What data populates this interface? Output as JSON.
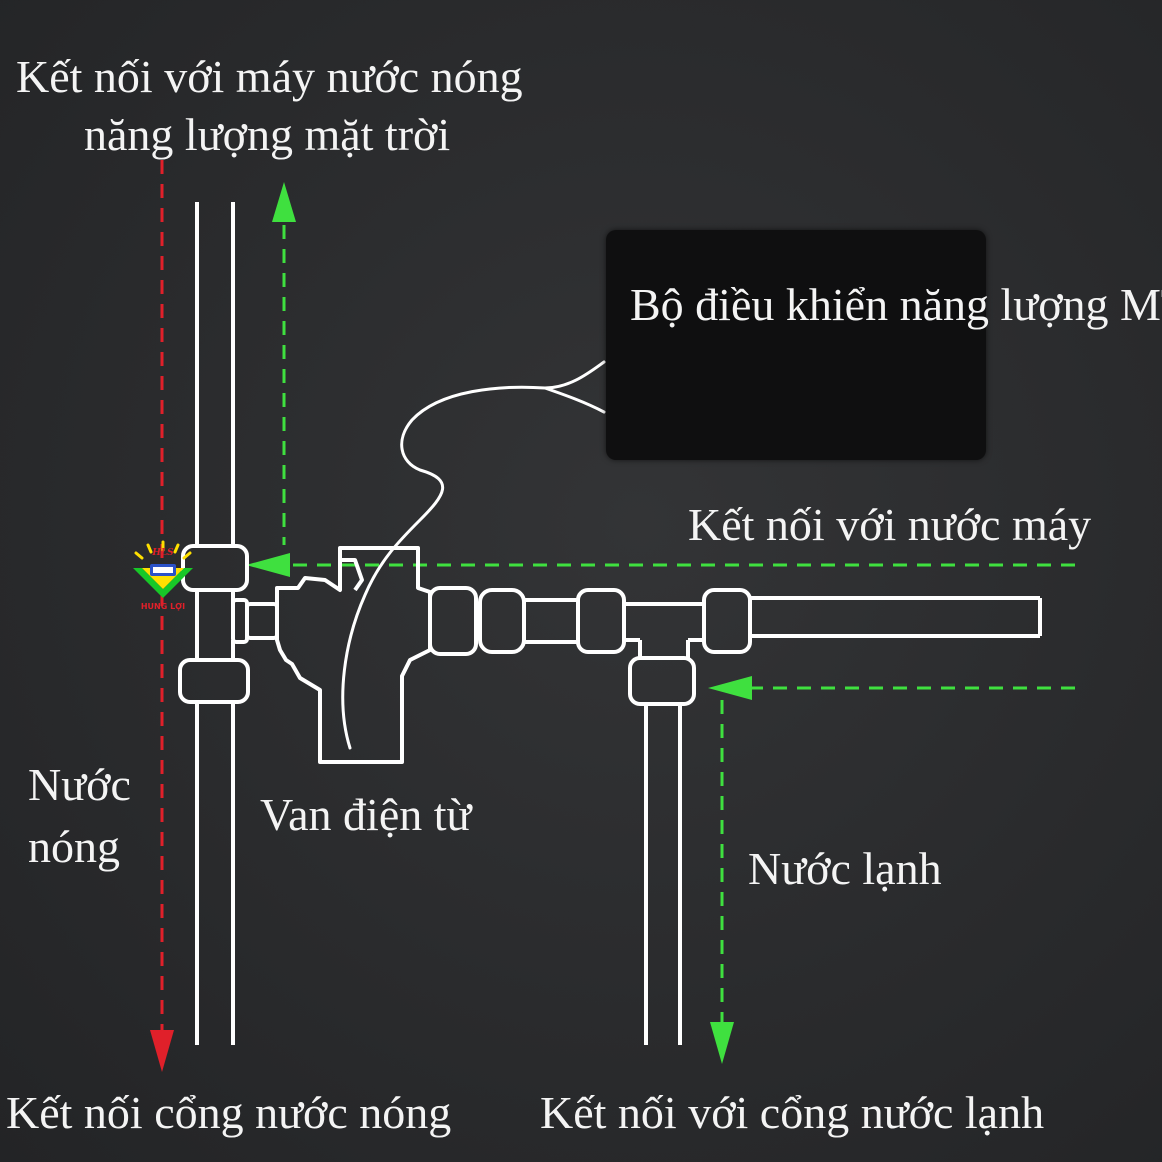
{
  "labels": {
    "solar_heater_line1": "Kết nối với máy nước nóng",
    "solar_heater_line2": "năng lượng mặt trời",
    "controller_line1": "Bộ điều khiển",
    "controller_line2": "năng lượng MT",
    "tap_water": "Kết nối với nước máy",
    "hot_water_line1": "Nước",
    "hot_water_line2": "nóng",
    "solenoid_valve": "Van điện từ",
    "cold_water": "Nước lạnh",
    "hot_outlet": "Kết nối cổng nước nóng",
    "cold_outlet": "Kết nối với cổng nước lạnh"
  },
  "logo": {
    "initials": "HLS",
    "name": "HUNG LỢI",
    "icon": "diamond-sun-logo"
  },
  "colors": {
    "background": "#2a2b2d",
    "pipe_stroke": "#ffffff",
    "hot_arrow": "#e0202a",
    "cold_arrow": "#3fe03f",
    "controller_box": "#0f0f10"
  }
}
